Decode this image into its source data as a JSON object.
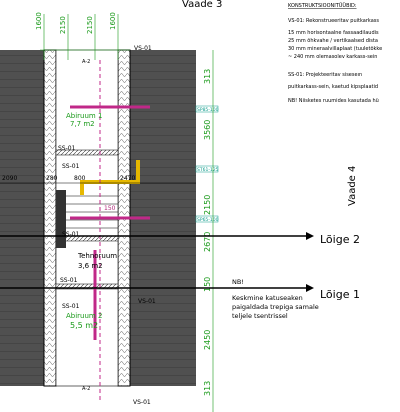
{
  "title": "Vaade 3",
  "title_side": "Vaade 4",
  "dims_top": [
    "1600",
    "2150",
    "2150",
    "1600"
  ],
  "dims_right": [
    "313",
    "3560",
    "2150",
    "2670",
    "150",
    "2450",
    "313"
  ],
  "dims_left": [
    "2090",
    "280",
    "800",
    "2470",
    "150"
  ],
  "section_marks": [
    "VS-01",
    "VS-01",
    "VS-01",
    "A-2",
    "A-2"
  ],
  "ss_labels": [
    "SS-01",
    "SS-01",
    "SS-01",
    "SS-01",
    "SS-01"
  ],
  "room1_name": "Abiruum 1",
  "room1_area": "7,7 m2",
  "room2_name": "Tehnoruum",
  "room2_area": "3,6 m2",
  "room3_name": "Abiruum 2",
  "room3_area": "5,5 m2",
  "vent_tags": [
    "SP85-100",
    "ST61-125",
    "SP65-100"
  ],
  "cut_lines": [
    {
      "label": "Lõige 2"
    },
    {
      "label": "Lõige 1"
    }
  ],
  "note_roof": [
    "NB!",
    "Keskmine katuseaken",
    "paigaldada trepiga samale",
    "teljele tsentrissel"
  ],
  "legend": {
    "heading": "KONSTRUKTSIOONITÜÜBID:",
    "vs_title": "VS-01: Rekonstrueeritav puitkarkass",
    "vs_lines": [
      "15 mm horisontaalne fassaadilaudis",
      "25 mm õhkvahe / vertikaalsed dista",
      "30 mm mineraalvillaplaat (tuuletõkke",
      "~ 240 mm olemasolev karkass-sein"
    ],
    "ss_title": "SS-01: Projekteeritav siseseın",
    "ss_lines": [
      "puitkarkass-sein, kaetud kipsplaatid"
    ],
    "note": "NB! Niisketes ruumides kasutada hü"
  },
  "colors": {
    "accent_pink": "#c02888",
    "accent_yellow": "#e6b800",
    "dim_green": "#1a9a1a",
    "vent_teal": "#0a9a8a"
  }
}
